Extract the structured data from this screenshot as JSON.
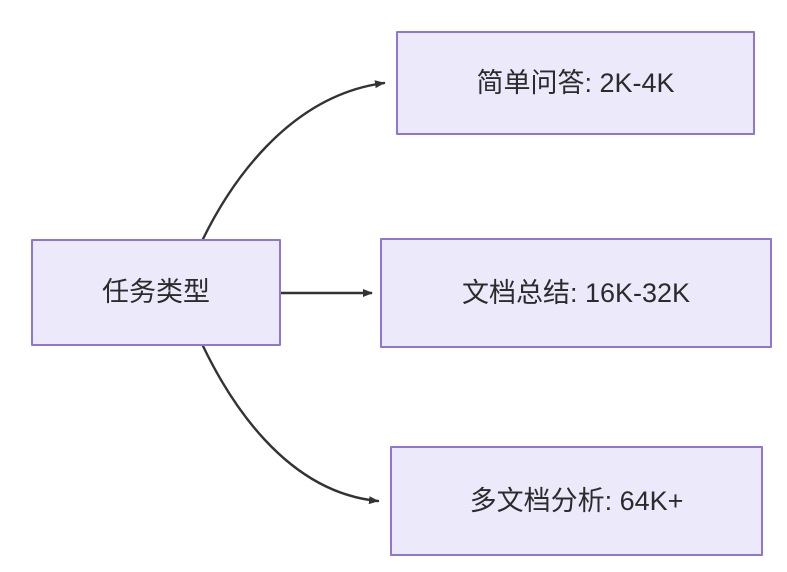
{
  "diagram": {
    "type": "flowchart",
    "direction": "left-to-right",
    "background_color": "#ffffff",
    "node_fill_color": "#ece9fb",
    "node_border_color": "#9175d4",
    "edge_color": "#333333",
    "text_color": "#2b2b2b",
    "root": {
      "id": "task-type",
      "label": "任务类型"
    },
    "branches": [
      {
        "id": "simple-qa",
        "label": "简单问答: 2K-4K",
        "task": "简单问答",
        "token_range": "2K-4K",
        "edge_style": "curved-up",
        "edge_label": ""
      },
      {
        "id": "doc-summary",
        "label": "文档总结: 16K-32K",
        "task": "文档总结",
        "token_range": "16K-32K",
        "edge_style": "straight",
        "edge_label": ""
      },
      {
        "id": "multi-doc",
        "label": "多文档分析: 64K+",
        "task": "多文档分析",
        "token_range": "64K+",
        "edge_style": "curved-down",
        "edge_label": ""
      }
    ]
  }
}
